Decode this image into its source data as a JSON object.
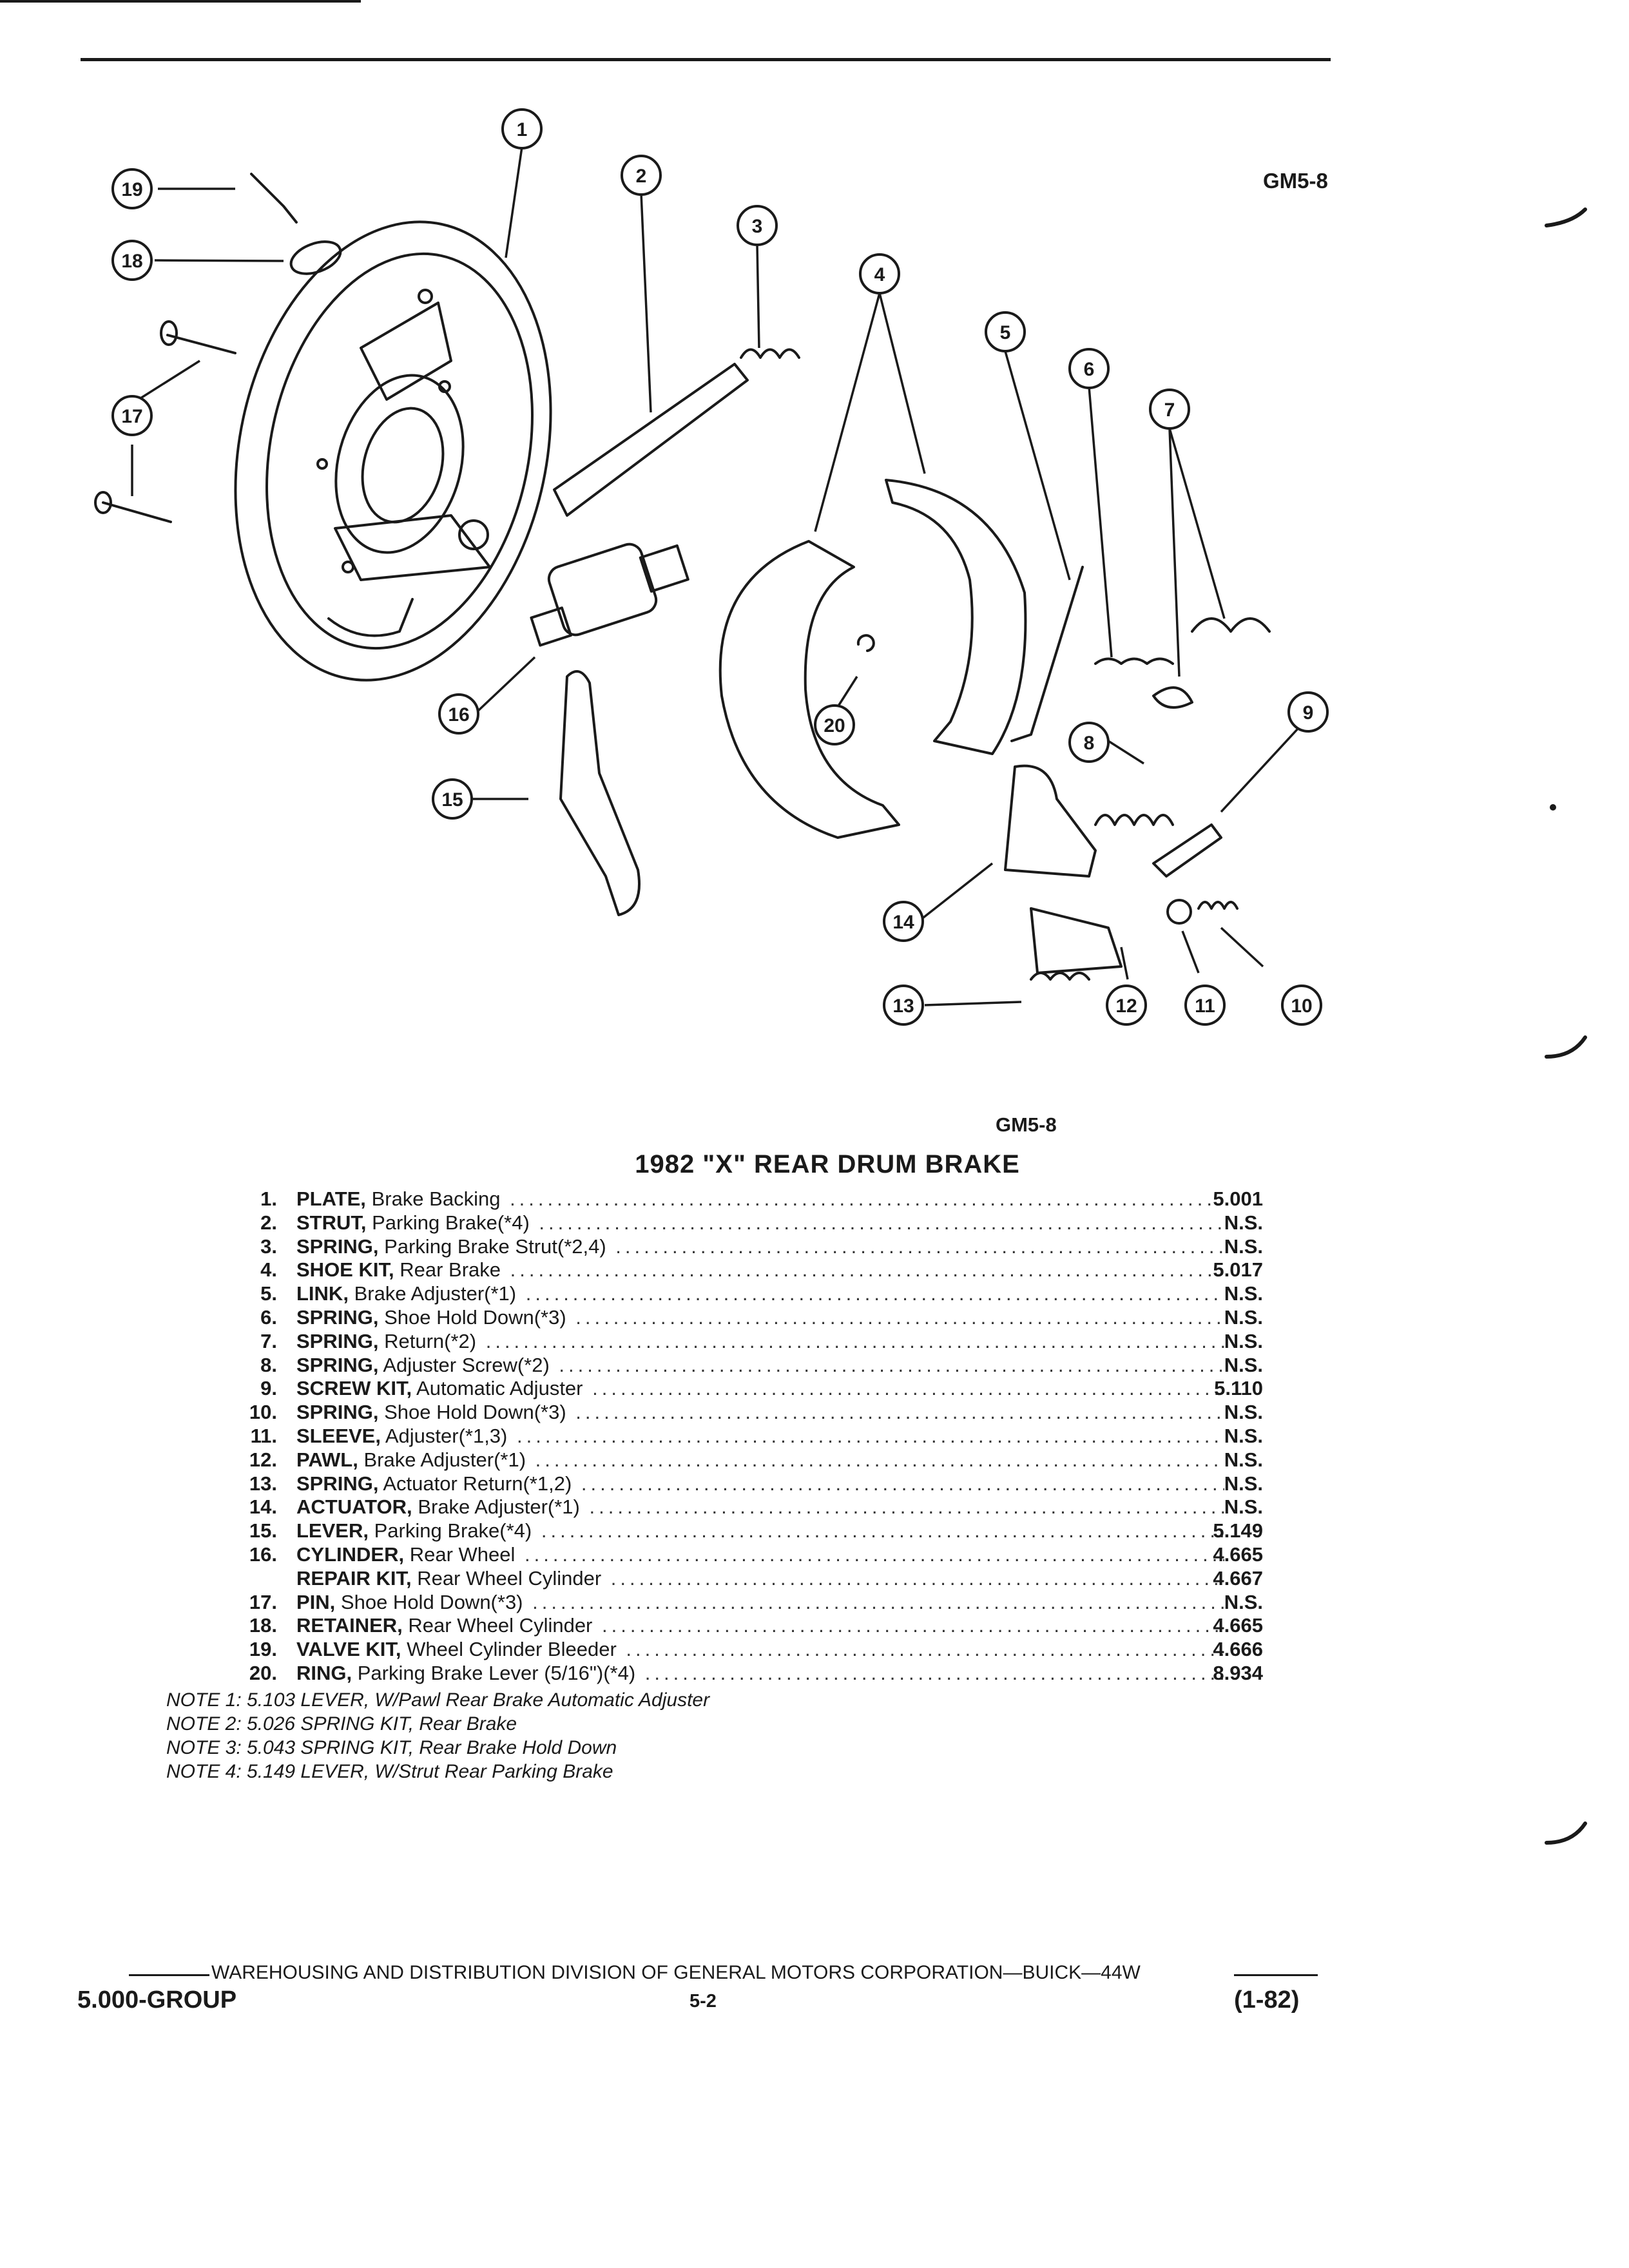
{
  "figure": {
    "code_top": "GM5-8",
    "code_bottom": "GM5-8",
    "callouts": [
      "1",
      "2",
      "3",
      "4",
      "5",
      "6",
      "7",
      "8",
      "9",
      "10",
      "11",
      "12",
      "13",
      "14",
      "15",
      "16",
      "17",
      "18",
      "19",
      "20"
    ]
  },
  "title": "1982 \"X\" REAR DRUM BRAKE",
  "parts": [
    {
      "num": "1.",
      "name": "PLATE,",
      "desc": "Brake Backing",
      "value": "5.001"
    },
    {
      "num": "2.",
      "name": "STRUT,",
      "desc": "Parking Brake(*4)",
      "value": "N.S."
    },
    {
      "num": "3.",
      "name": "SPRING,",
      "desc": "Parking Brake Strut(*2,4)",
      "value": "N.S."
    },
    {
      "num": "4.",
      "name": "SHOE KIT,",
      "desc": "Rear Brake",
      "value": "5.017"
    },
    {
      "num": "5.",
      "name": "LINK,",
      "desc": "Brake Adjuster(*1)",
      "value": "N.S."
    },
    {
      "num": "6.",
      "name": "SPRING,",
      "desc": "Shoe Hold Down(*3)",
      "value": "N.S."
    },
    {
      "num": "7.",
      "name": "SPRING,",
      "desc": "Return(*2)",
      "value": "N.S."
    },
    {
      "num": "8.",
      "name": "SPRING,",
      "desc": "Adjuster Screw(*2)",
      "value": "N.S."
    },
    {
      "num": "9.",
      "name": "SCREW KIT,",
      "desc": "Automatic Adjuster",
      "value": "5.110"
    },
    {
      "num": "10.",
      "name": "SPRING,",
      "desc": "Shoe Hold Down(*3)",
      "value": "N.S."
    },
    {
      "num": "11.",
      "name": "SLEEVE,",
      "desc": "Adjuster(*1,3)",
      "value": "N.S."
    },
    {
      "num": "12.",
      "name": "PAWL,",
      "desc": "Brake Adjuster(*1)",
      "value": "N.S."
    },
    {
      "num": "13.",
      "name": "SPRING,",
      "desc": "Actuator Return(*1,2)",
      "value": "N.S."
    },
    {
      "num": "14.",
      "name": "ACTUATOR,",
      "desc": "Brake Adjuster(*1)",
      "value": "N.S."
    },
    {
      "num": "15.",
      "name": "LEVER,",
      "desc": "Parking Brake(*4)",
      "value": "5.149"
    },
    {
      "num": "16.",
      "name": "CYLINDER,",
      "desc": "Rear Wheel",
      "value": "4.665"
    },
    {
      "num": "",
      "name": "REPAIR KIT,",
      "desc": "Rear Wheel Cylinder",
      "value": "4.667"
    },
    {
      "num": "17.",
      "name": "PIN,",
      "desc": "Shoe Hold Down(*3)",
      "value": "N.S."
    },
    {
      "num": "18.",
      "name": "RETAINER,",
      "desc": "Rear Wheel Cylinder",
      "value": "4.665"
    },
    {
      "num": "19.",
      "name": "VALVE KIT,",
      "desc": "Wheel Cylinder Bleeder",
      "value": "4.666"
    },
    {
      "num": "20.",
      "name": "RING,",
      "desc": "Parking Brake Lever (5/16\")(*4)",
      "value": "8.934"
    }
  ],
  "notes": [
    "NOTE 1: 5.103 LEVER, W/Pawl Rear Brake Automatic Adjuster",
    "NOTE 2: 5.026 SPRING KIT, Rear Brake",
    "NOTE 3: 5.043 SPRING KIT, Rear Brake Hold Down",
    "NOTE 4: 5.149 LEVER, W/Strut Rear Parking Brake"
  ],
  "footer": {
    "division": "WAREHOUSING AND DISTRIBUTION  DIVISION OF GENERAL MOTORS CORPORATION—BUICK—44W",
    "group": "5.000-GROUP",
    "page": "5-2",
    "date": "(1-82)"
  }
}
